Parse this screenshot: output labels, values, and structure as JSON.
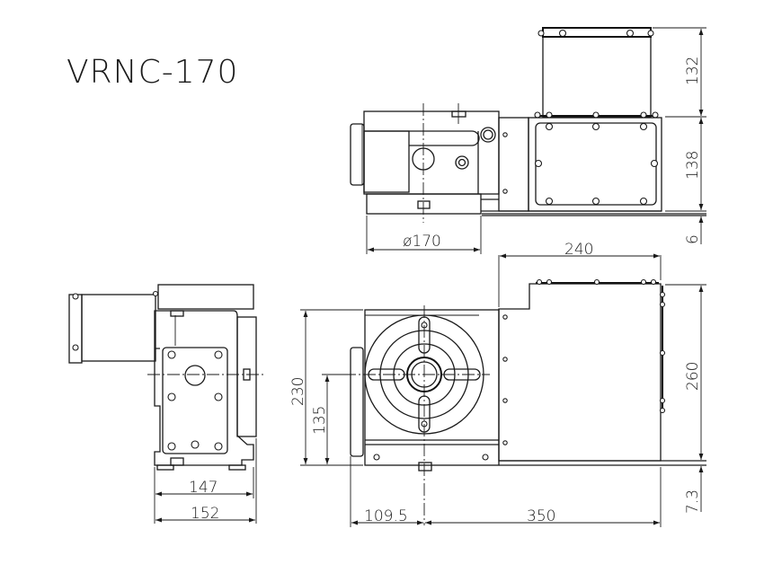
{
  "title": "VRNC-170",
  "views": {
    "top_view": {
      "dimensions": {
        "motor_height": "132",
        "body_height": "138",
        "base_offset": "6",
        "table_diameter": "ø170"
      }
    },
    "front_view": {
      "dimensions": {
        "motor_width": "240",
        "total_height": "230",
        "center_height": "135",
        "motor_body_height": "260",
        "base_offset": "7.3",
        "left_to_center": "109.5",
        "center_to_end": "350"
      }
    },
    "side_view": {
      "dimensions": {
        "inner_width": "147",
        "outer_width": "152"
      }
    }
  },
  "colors": {
    "line": "#1a1a1a",
    "background": "#ffffff"
  }
}
